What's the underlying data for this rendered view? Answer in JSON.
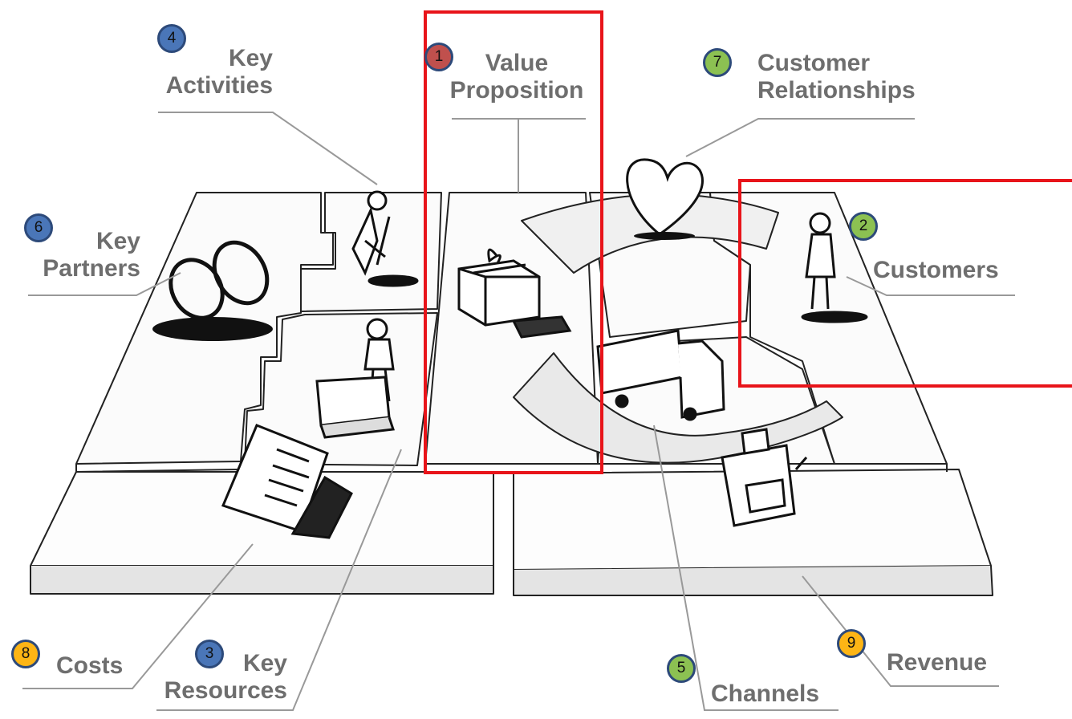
{
  "labels": {
    "key_activities": [
      "Key",
      "Activities"
    ],
    "value_proposition": [
      "Value",
      "Proposition"
    ],
    "customer_relationships": [
      "Customer",
      "Relationships"
    ],
    "key_partners": [
      "Key",
      "Partners"
    ],
    "customers": "Customers",
    "costs": "Costs",
    "key_resources": [
      "Key",
      "Resources"
    ],
    "channels": "Channels",
    "revenue": "Revenue"
  },
  "badges": [
    {
      "id": "value_proposition",
      "number": "1",
      "color": "#c0504d"
    },
    {
      "id": "customers",
      "number": "2",
      "color": "#8cc152"
    },
    {
      "id": "key_resources",
      "number": "3",
      "color": "#4a76b8"
    },
    {
      "id": "key_activities",
      "number": "4",
      "color": "#4a76b8"
    },
    {
      "id": "channels",
      "number": "5",
      "color": "#8cc152"
    },
    {
      "id": "key_partners",
      "number": "6",
      "color": "#4a76b8"
    },
    {
      "id": "customer_relationships",
      "number": "7",
      "color": "#8cc152"
    },
    {
      "id": "costs",
      "number": "8",
      "color": "#fdb515"
    },
    {
      "id": "revenue",
      "number": "9",
      "color": "#fdb515"
    }
  ],
  "highlight_color": "#e8141a"
}
